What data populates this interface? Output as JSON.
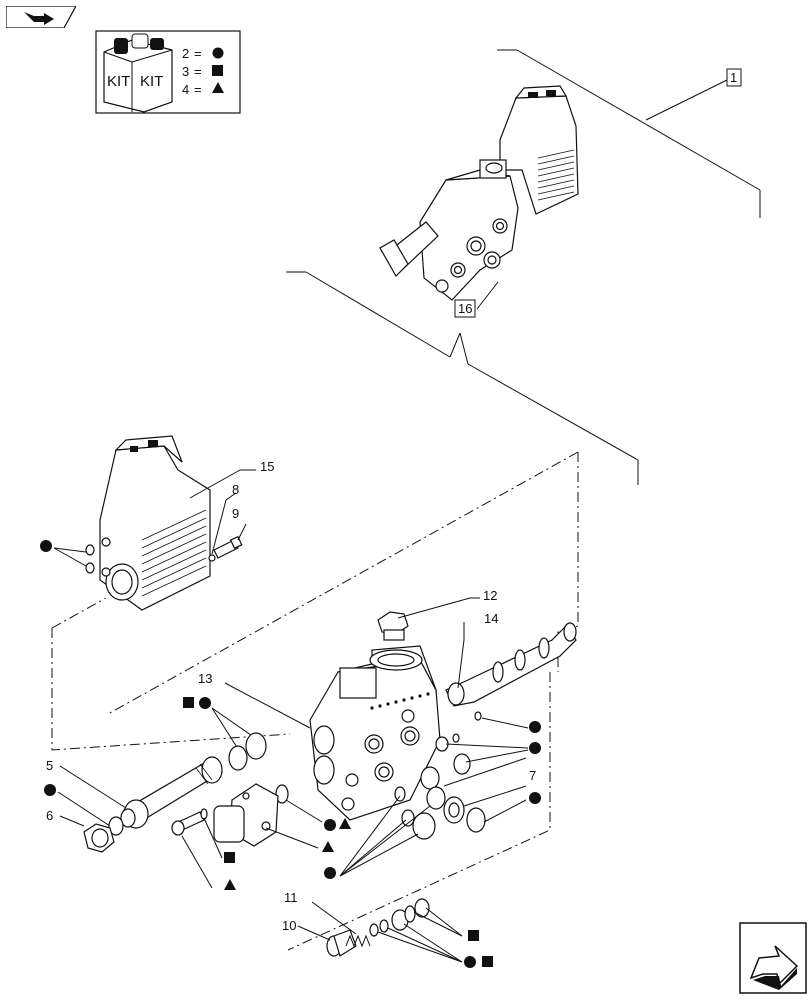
{
  "legend": {
    "kit_labels": [
      "KIT",
      "KIT"
    ],
    "rows": [
      {
        "num": "2",
        "eq": "=",
        "symbol": "circle"
      },
      {
        "num": "3",
        "eq": "=",
        "symbol": "square"
      },
      {
        "num": "4",
        "eq": "=",
        "symbol": "triangle"
      }
    ]
  },
  "callouts": {
    "p1": "1",
    "p16": "16",
    "p15": "15",
    "p8": "8",
    "p9": "9",
    "p12": "12",
    "p14": "14",
    "p13": "13",
    "p5": "5",
    "p6": "6",
    "p7": "7",
    "p11": "11",
    "p10": "10"
  },
  "icons": {
    "top_left": "back-arrow-icon",
    "bottom_right": "next-arrow-icon"
  },
  "colors": {
    "ink": "#111111",
    "paper": "#ffffff"
  }
}
